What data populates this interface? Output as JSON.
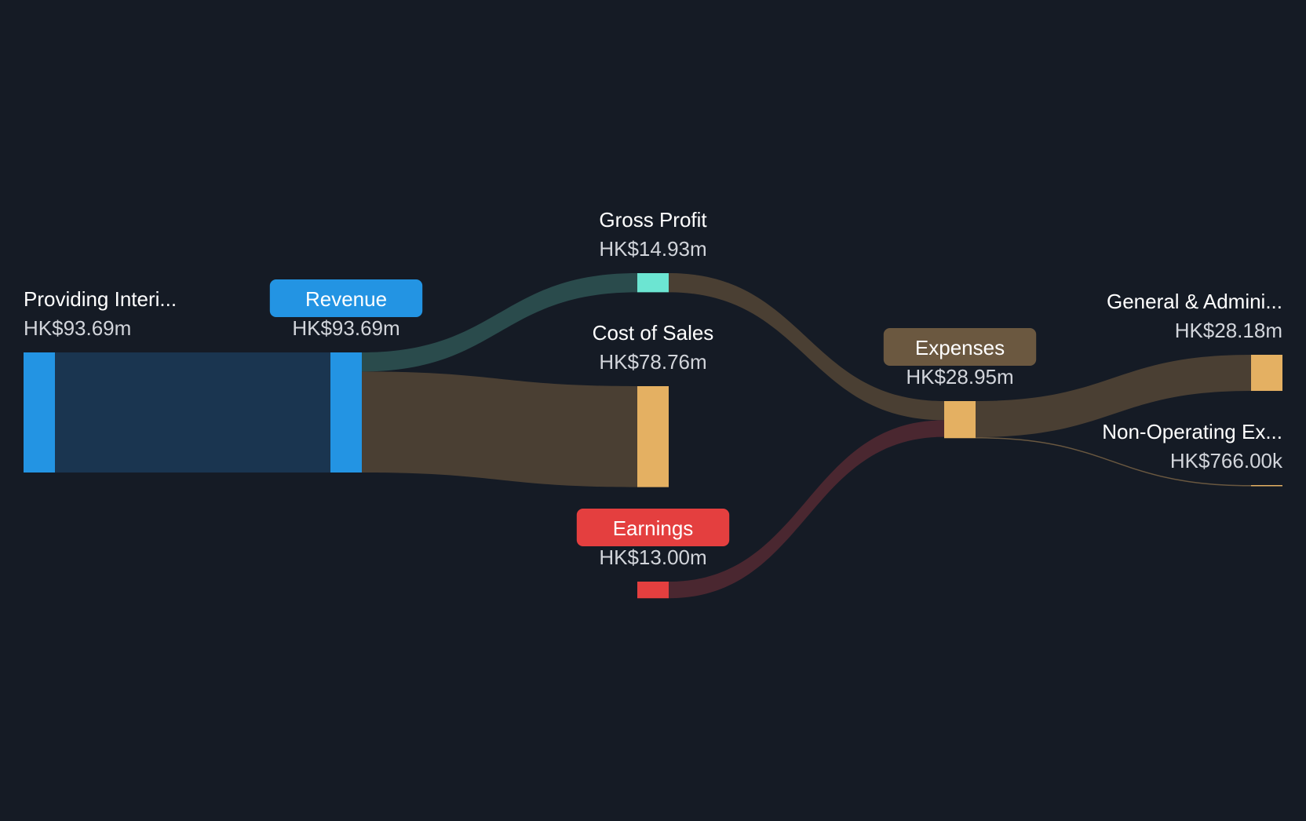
{
  "chart_data": {
    "type": "sankey",
    "currency_unit": "HK$ millions",
    "nodes": [
      {
        "id": "segment",
        "label": "Providing Interi...",
        "value_text": "HK$93.69m",
        "value": 93.69,
        "color": "#2394e3",
        "badge": false
      },
      {
        "id": "revenue",
        "label": "Revenue",
        "value_text": "HK$93.69m",
        "value": 93.69,
        "color": "#2394e3",
        "badge": true,
        "badge_color": "#2394e3"
      },
      {
        "id": "gross_profit",
        "label": "Gross Profit",
        "value_text": "HK$14.93m",
        "value": 14.93,
        "color": "#6ce5d2",
        "badge": false
      },
      {
        "id": "cost_of_sales",
        "label": "Cost of Sales",
        "value_text": "HK$78.76m",
        "value": 78.76,
        "color": "#e4b062",
        "badge": false
      },
      {
        "id": "earnings",
        "label": "Earnings",
        "value_text": "HK$13.00m",
        "value": 13.0,
        "color": "#e43f3f",
        "badge": true,
        "badge_color": "#e43f3f"
      },
      {
        "id": "expenses",
        "label": "Expenses",
        "value_text": "HK$28.95m",
        "value": 28.95,
        "color": "#e4b062",
        "badge": true,
        "badge_color": "#6b5840"
      },
      {
        "id": "gen_admin",
        "label": "General & Admini...",
        "value_text": "HK$28.18m",
        "value": 28.18,
        "color": "#e4b062",
        "badge": false
      },
      {
        "id": "non_operating",
        "label": "Non-Operating Ex...",
        "value_text": "HK$766.00k",
        "value": 0.766,
        "color": "#e4b062",
        "badge": false
      }
    ],
    "links": [
      {
        "source": "segment",
        "target": "revenue",
        "value": 93.69,
        "color": "#1a3550"
      },
      {
        "source": "revenue",
        "target": "gross_profit",
        "value": 14.93,
        "color": "#2a4b4c"
      },
      {
        "source": "revenue",
        "target": "cost_of_sales",
        "value": 78.76,
        "color": "#4a3f33"
      },
      {
        "source": "gross_profit",
        "target": "expenses",
        "value": 14.93,
        "color": "#4a3f33"
      },
      {
        "source": "earnings",
        "target": "expenses",
        "value": 13.0,
        "color": "#4a2730"
      },
      {
        "source": "expenses",
        "target": "gen_admin",
        "value": 28.18,
        "color": "#4a3f33"
      },
      {
        "source": "expenses",
        "target": "non_operating",
        "value": 0.766,
        "color": "#6a5840"
      }
    ]
  }
}
